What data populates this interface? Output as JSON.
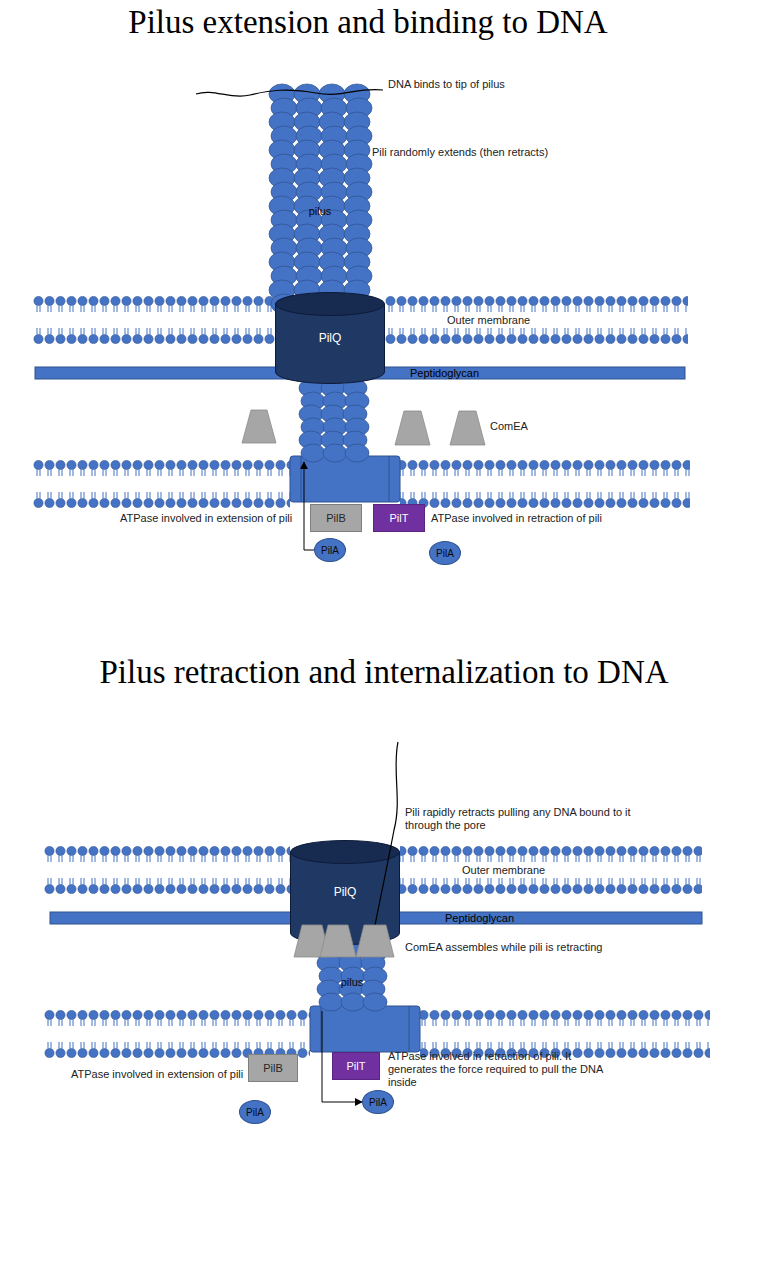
{
  "diagram": {
    "title": "Pilus extension and binding to DNA",
    "nodes": [
      {
        "text": [
          "pilus"
        ]
      },
      {
        "text": [
          "PilQ"
        ]
      },
      {
        "text": [
          "PilB"
        ]
      },
      {
        "text": [
          "PilT"
        ]
      },
      {
        "text": [
          "PilA"
        ]
      },
      {
        "text": [
          "PilA"
        ]
      },
      {
        "text": [
          "PilQ"
        ]
      },
      {
        "text": [
          "pilus"
        ]
      },
      {
        "text": [
          "PilB"
        ]
      },
      {
        "text": [
          "PilT"
        ]
      },
      {
        "text": [
          "PilA"
        ]
      },
      {
        "text": [
          "PilA"
        ]
      }
    ],
    "edges": [
      {
        "from": 4,
        "to": 0,
        "arrow": "to"
      },
      {
        "from": 7,
        "to": 11,
        "arrow": "to"
      }
    ],
    "labels": [
      "DNA binds to tip of pilus",
      "Pili randomly extends (then retracts)",
      "Outer membrane",
      "Peptidoglycan",
      "ComEA",
      "ATPase involved in extension of pili",
      "ATPase involved in retraction of pili",
      "Pilus retraction and internalization to DNA",
      "Pili rapidly retracts pulling any DNA bound to it through the pore",
      "Outer membrane",
      "Peptidoglycan",
      "ComEA assembles while pili is retracting",
      "ATPase involved in extension of pili",
      "ATPase involved in retraction of pili. It generates the force required to pull the DNA inside"
    ]
  }
}
